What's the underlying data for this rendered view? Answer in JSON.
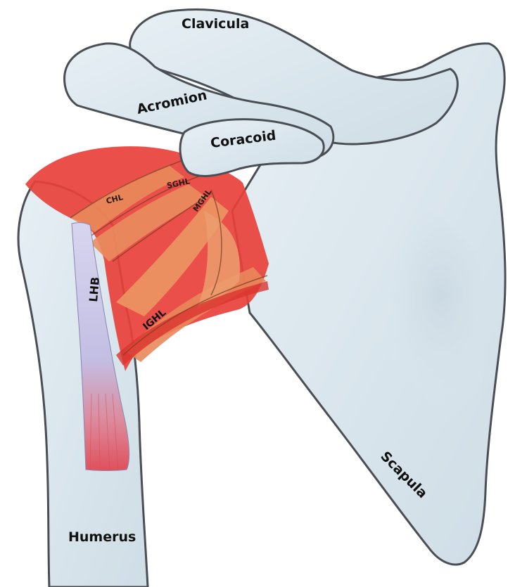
{
  "labels": {
    "clavicula": "Clavicula",
    "acromion": "Acromion",
    "coracoid": "Coracoid",
    "chl": "CHL",
    "sghl": "SGHL",
    "mghl": "MGHL",
    "lhb": "LHB",
    "ighl": "IGHL",
    "humerus": "Humerus",
    "scapula": "Scapula"
  },
  "colors": {
    "bone_fill": "#dfe9ef",
    "bone_stroke": "#4a4f55",
    "capsule_red": "#e8413a",
    "ligament_orange": "#e8895a",
    "tendon_lavender": "#c8c6e6",
    "tendon_red": "#e2555e"
  }
}
